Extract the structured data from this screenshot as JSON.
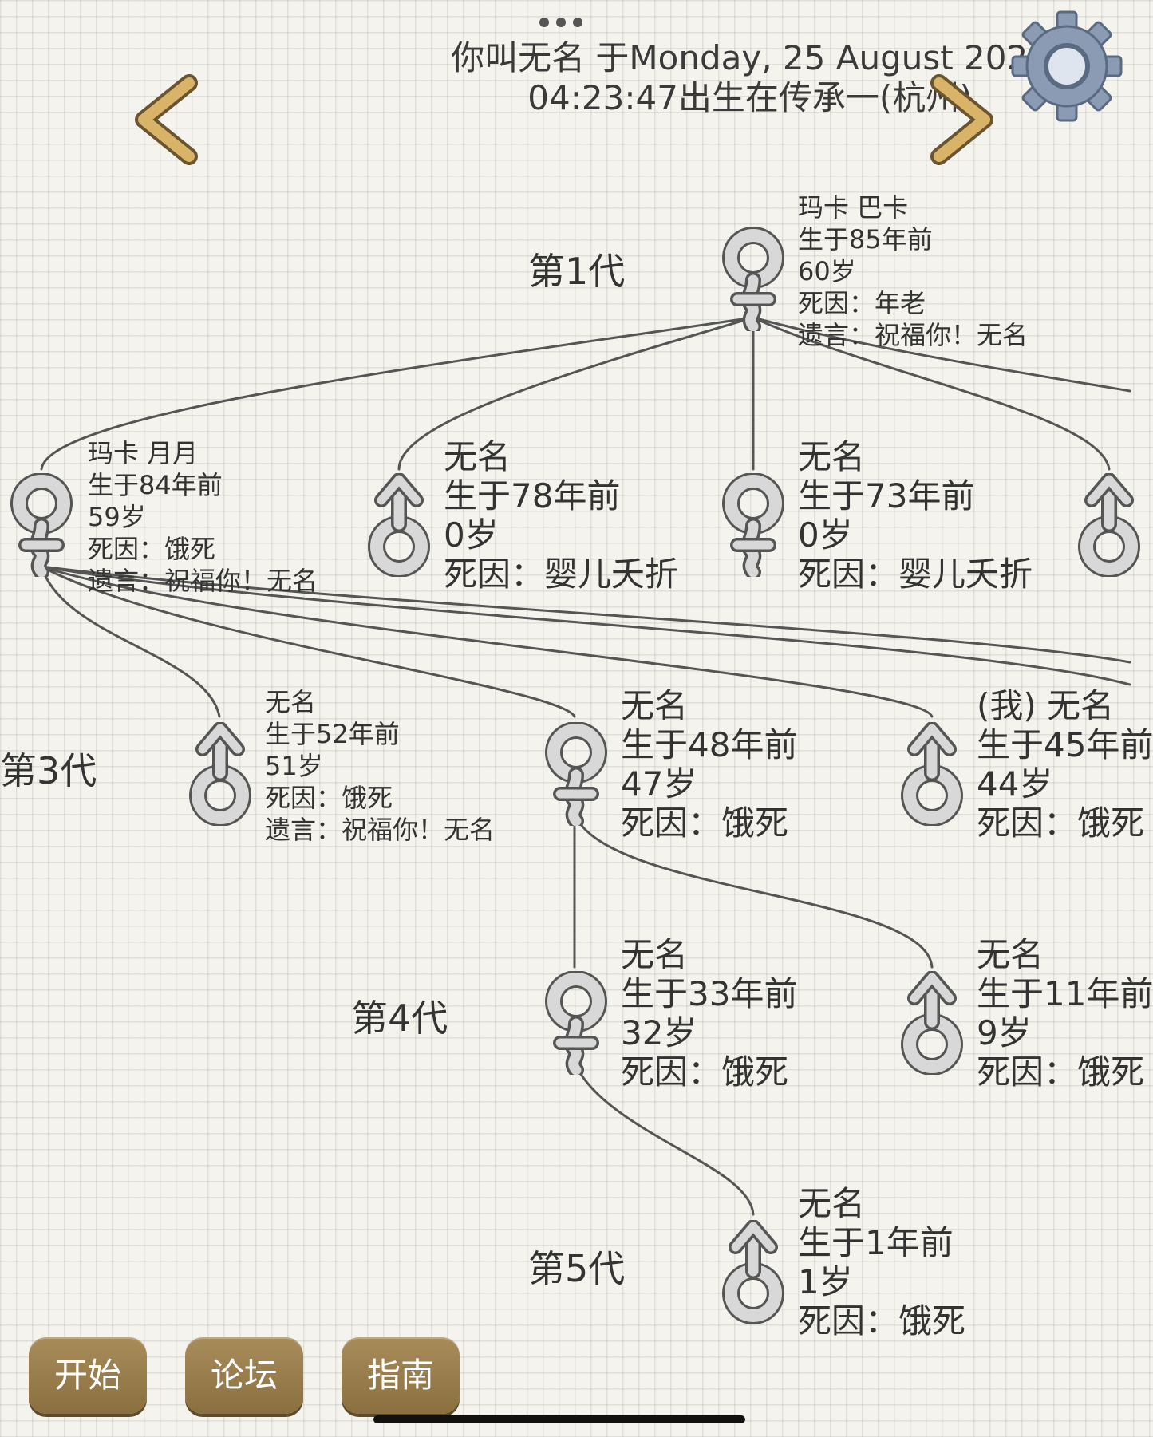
{
  "header": {
    "title": "你叫无名 于Monday, 25 August 2025\n04:23:47出生在传承一(杭州)"
  },
  "nav": {
    "back_icon": "chevron-left-icon",
    "forward_icon": "chevron-right-icon",
    "settings_icon": "gear-icon"
  },
  "generations": {
    "g1": "第1代",
    "g3": "第3代",
    "g4": "第4代",
    "g5": "第5代"
  },
  "people": {
    "p1": {
      "gender": "female",
      "name": "玛卡 巴卡",
      "born": "生于85年前",
      "age": "60岁",
      "cause": "死因：年老",
      "will": "遗言：祝福你！无名"
    },
    "p2": {
      "gender": "female",
      "name": "玛卡 月月",
      "born": "生于84年前",
      "age": "59岁",
      "cause": "死因：饿死",
      "will": "遗言：祝福你！无名"
    },
    "p3": {
      "gender": "male",
      "name": "无名",
      "born": "生于78年前",
      "age": "0岁",
      "cause": "死因：婴儿夭折"
    },
    "p4": {
      "gender": "female",
      "name": "无名",
      "born": "生于73年前",
      "age": "0岁",
      "cause": "死因：婴儿夭折"
    },
    "p5": {
      "gender": "male",
      "name": "无名",
      "born": "生于52年前",
      "age": "51岁",
      "cause": "死因：饿死",
      "will": "遗言：祝福你！无名"
    },
    "p6": {
      "gender": "female",
      "name": "无名",
      "born": "生于48年前",
      "age": "47岁",
      "cause": "死因：饿死"
    },
    "p7": {
      "gender": "male",
      "name": "(我) 无名",
      "born": "生于45年前",
      "age": "44岁",
      "cause": "死因：饿死"
    },
    "p8": {
      "gender": "female",
      "name": "无名",
      "born": "生于33年前",
      "age": "32岁",
      "cause": "死因：饿死"
    },
    "p9": {
      "gender": "male",
      "name": "无名",
      "born": "生于11年前",
      "age": "9岁",
      "cause": "死因：饿死"
    },
    "p10": {
      "gender": "male",
      "name": "无名",
      "born": "生于1年前",
      "age": "1岁",
      "cause": "死因：饿死"
    }
  },
  "buttons": {
    "start": "开始",
    "forum": "论坛",
    "guide": "指南"
  },
  "colors": {
    "accent": "#9a7e4c",
    "chevron": "#d9b468",
    "line": "#555555"
  }
}
